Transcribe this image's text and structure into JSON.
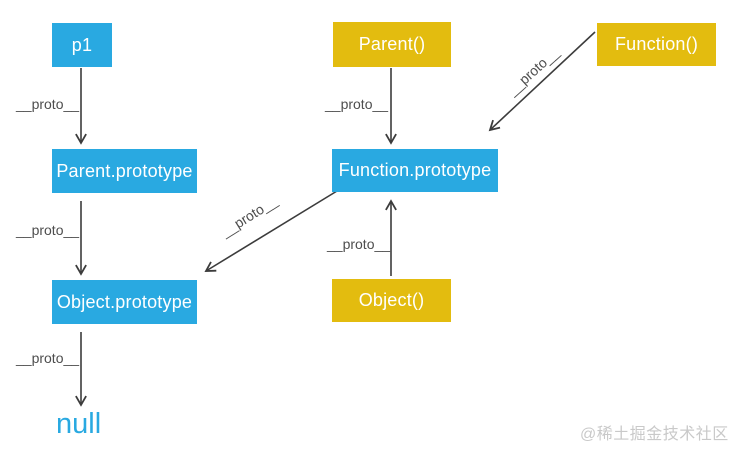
{
  "diagram": {
    "colors": {
      "node_blue": "#29a9e1",
      "node_yellow": "#e3bc0f",
      "node_text": "#ffffff",
      "arrow": "#3c3c3c",
      "edge_label": "#4d4d4d",
      "null_text": "#29a9e1",
      "watermark": "#c9c9c9",
      "background": "#ffffff"
    },
    "nodes": [
      {
        "id": "p1",
        "label": "p1",
        "fill": "node_blue"
      },
      {
        "id": "parent-constructor",
        "label": "Parent()",
        "fill": "node_yellow"
      },
      {
        "id": "function-constructor",
        "label": "Function()",
        "fill": "node_yellow"
      },
      {
        "id": "parent-prototype",
        "label": "Parent.prototype",
        "fill": "node_blue"
      },
      {
        "id": "function-prototype",
        "label": "Function.prototype",
        "fill": "node_blue"
      },
      {
        "id": "object-prototype",
        "label": "Object.prototype",
        "fill": "node_blue"
      },
      {
        "id": "object-constructor",
        "label": "Object()",
        "fill": "node_yellow"
      }
    ],
    "edges": [
      {
        "from": "p1",
        "to": "Parent.prototype",
        "label": "__proto__",
        "direction": "down"
      },
      {
        "from": "Parent()",
        "to": "Function.prototype",
        "label": "__proto__",
        "direction": "down"
      },
      {
        "from": "Function()",
        "to": "Function.prototype",
        "label": "__proto__",
        "direction": "diagonal-down-left"
      },
      {
        "from": "Parent.prototype",
        "to": "Object.prototype",
        "label": "__proto__",
        "direction": "down"
      },
      {
        "from": "Function.prototype",
        "to": "Object.prototype",
        "label": "__proto__",
        "direction": "diagonal-down-left"
      },
      {
        "from": "Object()",
        "to": "Function.prototype",
        "label": "__proto__",
        "direction": "up"
      },
      {
        "from": "Object.prototype",
        "to": "null",
        "label": "__proto__",
        "direction": "down"
      }
    ],
    "terminal": {
      "label": "null"
    },
    "watermark": {
      "text": "@稀土掘金技术社区"
    }
  }
}
